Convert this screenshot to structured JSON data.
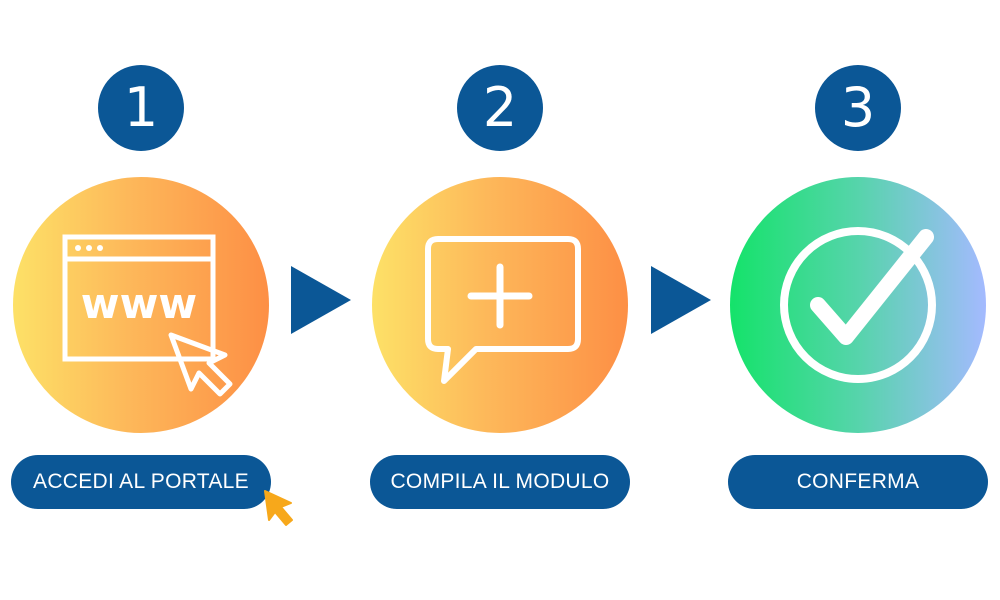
{
  "colors": {
    "primary": "#0b5796",
    "orange_gradient": [
      "#fde167",
      "#fdb85a",
      "#fd8f45"
    ],
    "green_gradient": [
      "#14e36a",
      "#56d4ab",
      "#a4baff"
    ],
    "cursor": "#f7a81b"
  },
  "steps": [
    {
      "number": "1",
      "icon": "web-browser-icon",
      "label": "ACCEDI AL PORTALE"
    },
    {
      "number": "2",
      "icon": "chat-plus-icon",
      "label": "COMPILA IL MODULO"
    },
    {
      "number": "3",
      "icon": "check-circle-icon",
      "label": "CONFERMA"
    }
  ],
  "browser_icon_text": "www"
}
